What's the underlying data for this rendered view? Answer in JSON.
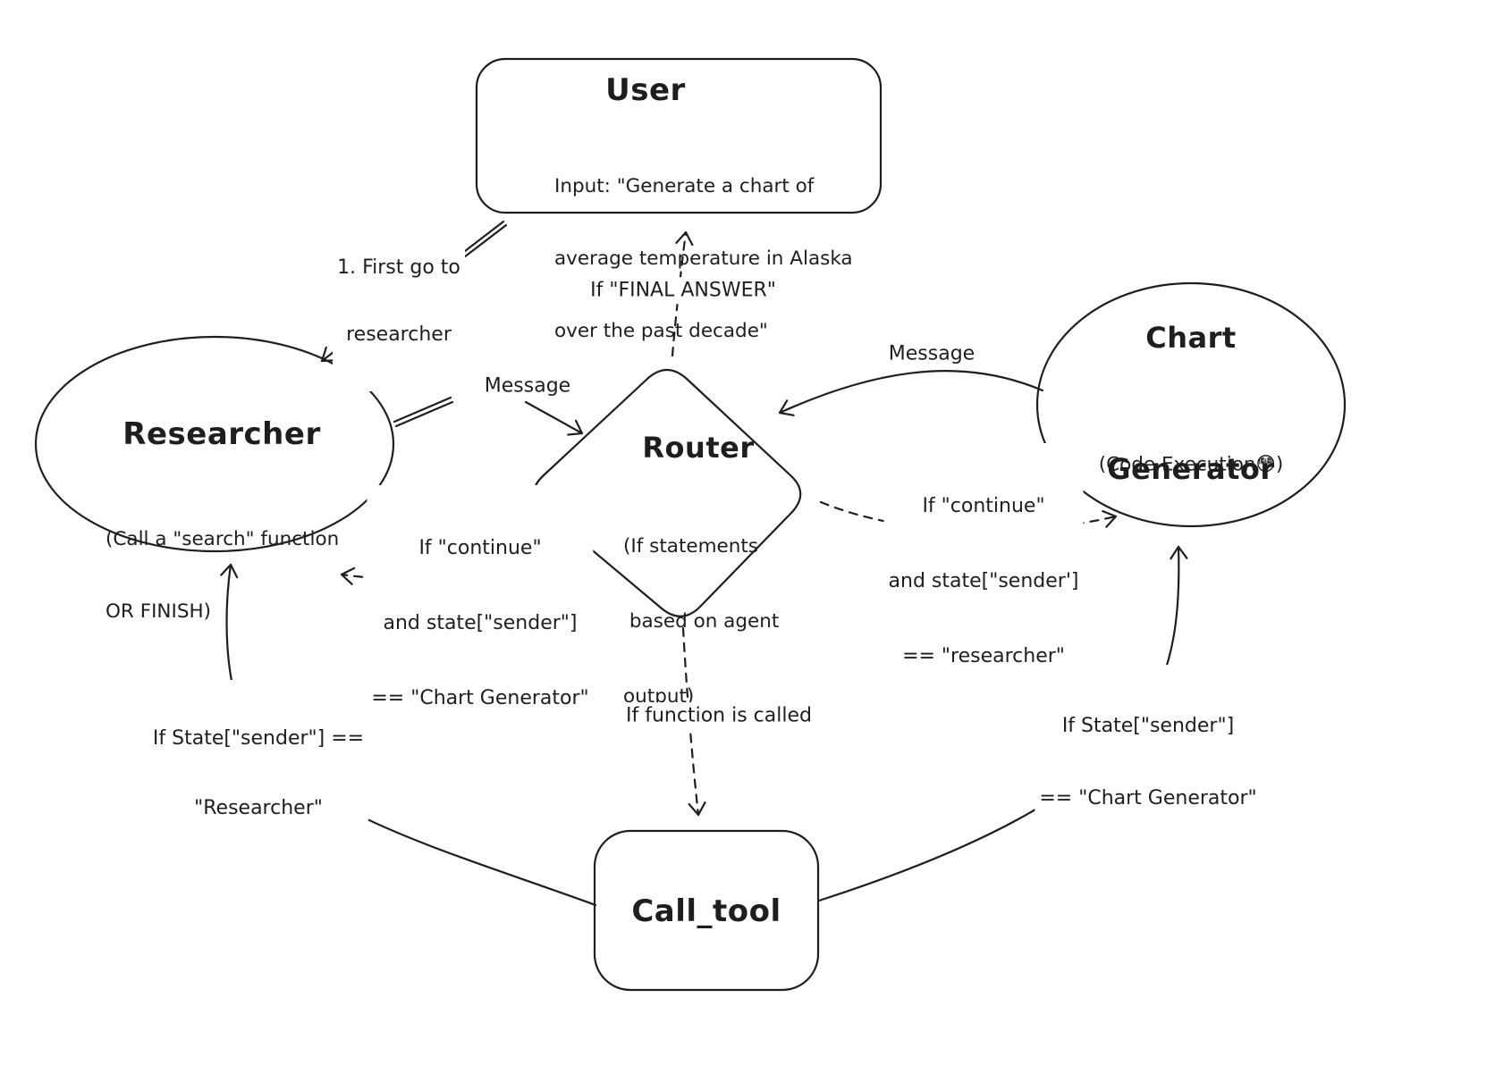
{
  "diagram": {
    "background_color": "#ffffff",
    "stroke_color": "#1e1e1e",
    "nodes": {
      "user": {
        "title": "User",
        "body_lines": [
          "Input: \"Generate a chart of",
          "average temperature in Alaska",
          "over the past decade\""
        ]
      },
      "researcher": {
        "title": "Researcher",
        "body_lines": [
          "(Call a \"search\" function",
          "OR FINISH)"
        ]
      },
      "router": {
        "title": "Router",
        "body_lines": [
          "(If statements",
          " based on agent",
          "output)"
        ]
      },
      "chart_generator": {
        "title_lines": [
          "Chart",
          "Generator"
        ],
        "body": "(Code Execution😳)"
      },
      "call_tool": {
        "title": "Call_tool"
      }
    },
    "edge_labels": {
      "first_go": [
        "1. First go to",
        "researcher"
      ],
      "final_answer": "If \"FINAL ANSWER\"",
      "message_left": "Message",
      "message_right": "Message",
      "continue_chart_generator": [
        "If \"continue\"",
        "and state[\"sender\"]",
        "== \"Chart Generator\""
      ],
      "continue_researcher": [
        "If \"continue\"",
        "and state[\"sender']",
        "== \"researcher\""
      ],
      "function_called": "If function is called",
      "sender_researcher": [
        "If State[\"sender\"] ==",
        "\"Researcher\""
      ],
      "sender_chart_generator": [
        "If State[\"sender\"]",
        "== \"Chart Generator\""
      ]
    }
  }
}
